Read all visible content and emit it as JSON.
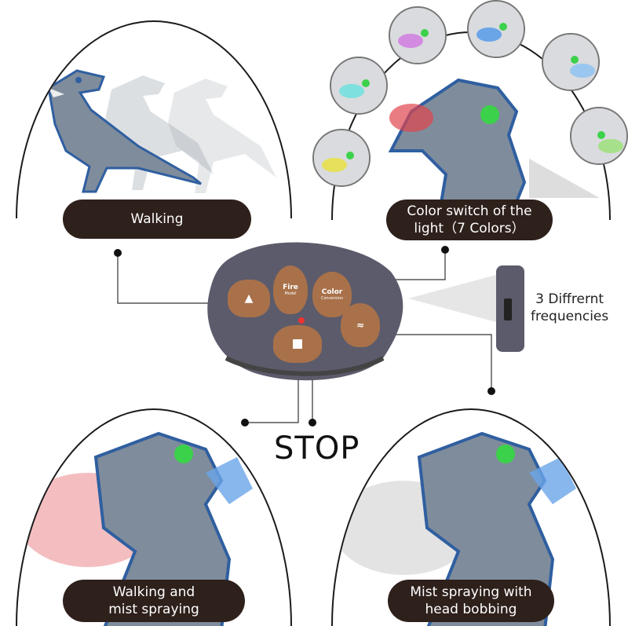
{
  "panels": {
    "walking": "Walking",
    "color_switch": "Color switch of the\nlight（7 Colors）",
    "walking_mist": "Walking and\nmist spraying",
    "mist_head": "Mist spraying with\nhead bobbing"
  },
  "remote": {
    "fire_label": "Fire",
    "fire_sub": "Model",
    "color_label": "Color",
    "color_sub": "Conversion"
  },
  "stop_text": "STOP",
  "frequencies_text": "3 Diffrernt\nfrequencies",
  "colors": {
    "label_bg": "#2e201b",
    "remote_body": "#5b5b6b",
    "remote_button": "#a9714a",
    "dino_skin": "#7f8c9c",
    "dino_stripe": "#2f5fa0",
    "eye_glow": "#3cd14b",
    "mist_red": "#e0444d",
    "mist_white": "#c8c8c8"
  }
}
